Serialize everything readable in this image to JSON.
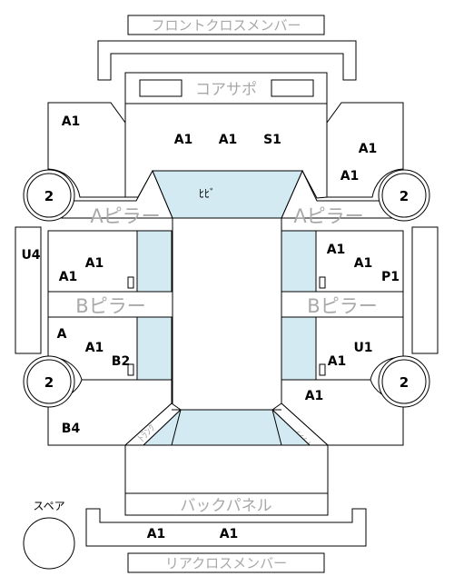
{
  "labels": {
    "front_cross_member": "フロントクロスメンバー",
    "core_support": "コアサポ",
    "a_pillar_left": "Aピラー",
    "a_pillar_right": "Aピラー",
    "b_pillar_left": "Bピラー",
    "b_pillar_right": "Bピラー",
    "back_panel": "バックパネル",
    "rear_cross_member": "リアクロスメンバー",
    "spare": "スペア",
    "roof": "ﾋﾋﾞ",
    "trunk_left": "ﾄﾗﾝｸ",
    "trunk_right": "ﾄﾗﾝｸ"
  },
  "codes": {
    "hood_1": "A1",
    "hood_2": "A1",
    "hood_3": "S1",
    "left_fender": "A1",
    "right_fender_top": "A1",
    "right_fender_bottom": "A1",
    "left_rocker": "U4",
    "front_left_door_top": "A1",
    "front_left_door_bottom": "A1",
    "front_right_door_left": "A1",
    "front_right_door_right": "A1",
    "front_right_door_p": "P1",
    "rear_left_door_a": "A",
    "rear_left_door_a1": "A1",
    "rear_left_door_b2": "B2",
    "rear_right_door_u1": "U1",
    "rear_right_door_a1": "A1",
    "right_quarter": "A1",
    "left_quarter": "B4",
    "rear_bumper_1": "A1",
    "rear_bumper_2": "A1"
  },
  "wheels": {
    "front_left": "2",
    "front_right": "2",
    "rear_left": "2",
    "rear_right": "2"
  }
}
